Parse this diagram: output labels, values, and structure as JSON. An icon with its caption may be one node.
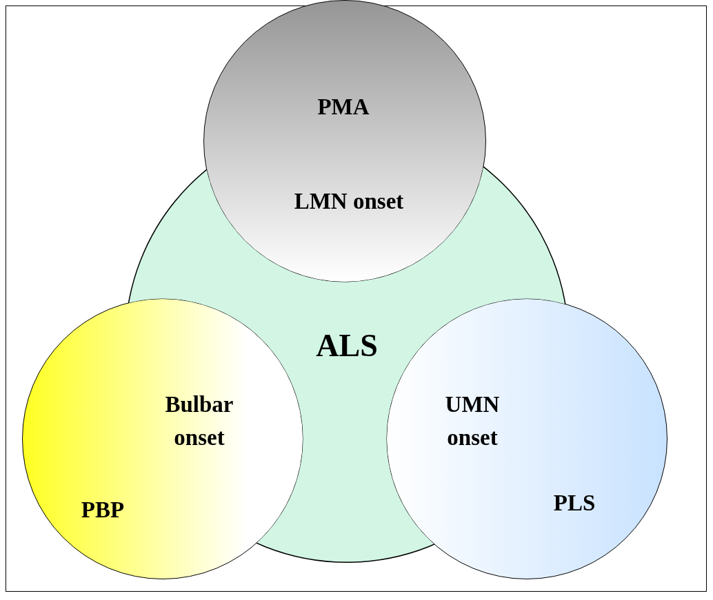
{
  "diagram": {
    "nodes": [
      {
        "text": [
          "ALS"
        ]
      },
      {
        "text": [
          "PMA",
          "LMN onset"
        ]
      },
      {
        "text": [
          "Bulbar onset",
          "PBP"
        ]
      },
      {
        "text": [
          "UMN onset",
          "PLS"
        ]
      }
    ]
  }
}
